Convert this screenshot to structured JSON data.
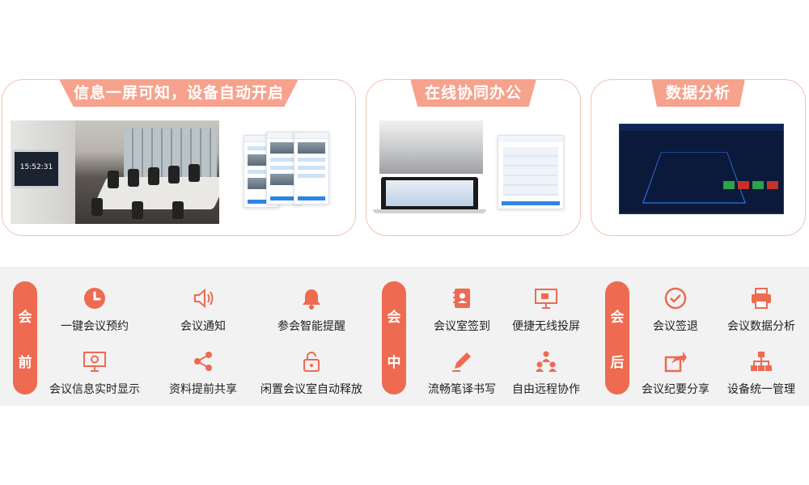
{
  "cards": {
    "info": {
      "title": "信息一屏可知，设备自动开启"
    },
    "collab": {
      "title": "在线协同办公"
    },
    "analysis": {
      "title": "数据分析"
    }
  },
  "panel_time": "15:52:31",
  "phases": [
    {
      "chars": [
        "会",
        "前"
      ],
      "features": [
        {
          "label": "一键会议预约",
          "icon": "clock-icon"
        },
        {
          "label": "会议通知",
          "icon": "speaker-icon"
        },
        {
          "label": "参会智能提醒",
          "icon": "bell-icon"
        },
        {
          "label": "会议信息实时显示",
          "icon": "monitor-gear-icon"
        },
        {
          "label": "资料提前共享",
          "icon": "share-icon"
        },
        {
          "label": "闲置会议室自动释放",
          "icon": "unlock-icon"
        }
      ]
    },
    {
      "chars": [
        "会",
        "中"
      ],
      "features": [
        {
          "label": "会议室签到",
          "icon": "contact-book-icon"
        },
        {
          "label": "便捷无线投屏",
          "icon": "screen-cast-icon"
        },
        {
          "label": "流畅笔译书写",
          "icon": "pencil-icon"
        },
        {
          "label": "自由远程协作",
          "icon": "team-icon"
        }
      ]
    },
    {
      "chars": [
        "会",
        "后"
      ],
      "features": [
        {
          "label": "会议签退",
          "icon": "sign-out-icon"
        },
        {
          "label": "会议数据分析",
          "icon": "printer-icon"
        },
        {
          "label": "会议纪要分享",
          "icon": "share-arrow-icon"
        },
        {
          "label": "设备统一管理",
          "icon": "hierarchy-icon"
        }
      ]
    }
  ],
  "colors": {
    "accent": "#ee6a51",
    "title_bg": "#f6a28c",
    "border": "#f2c2b6",
    "section_bg": "#f2f2f2"
  }
}
